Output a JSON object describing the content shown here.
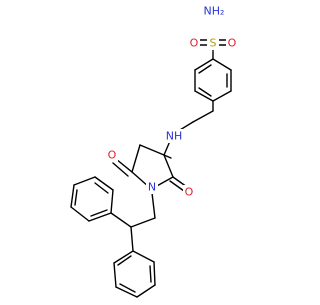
{
  "molecule": {
    "colors": {
      "bond": "#000000",
      "nitrogen": "#2a33d6",
      "oxygen": "#e0202a",
      "sulfur": "#b8a000",
      "hydrogen_label": "#2a33d6"
    },
    "atom_labels": {
      "nh2": "NH₂",
      "s": "S",
      "o_left": "O",
      "o_right": "O",
      "nh": "NH",
      "n_ring": "N",
      "o_top": "O",
      "o_bottom": "O"
    }
  }
}
